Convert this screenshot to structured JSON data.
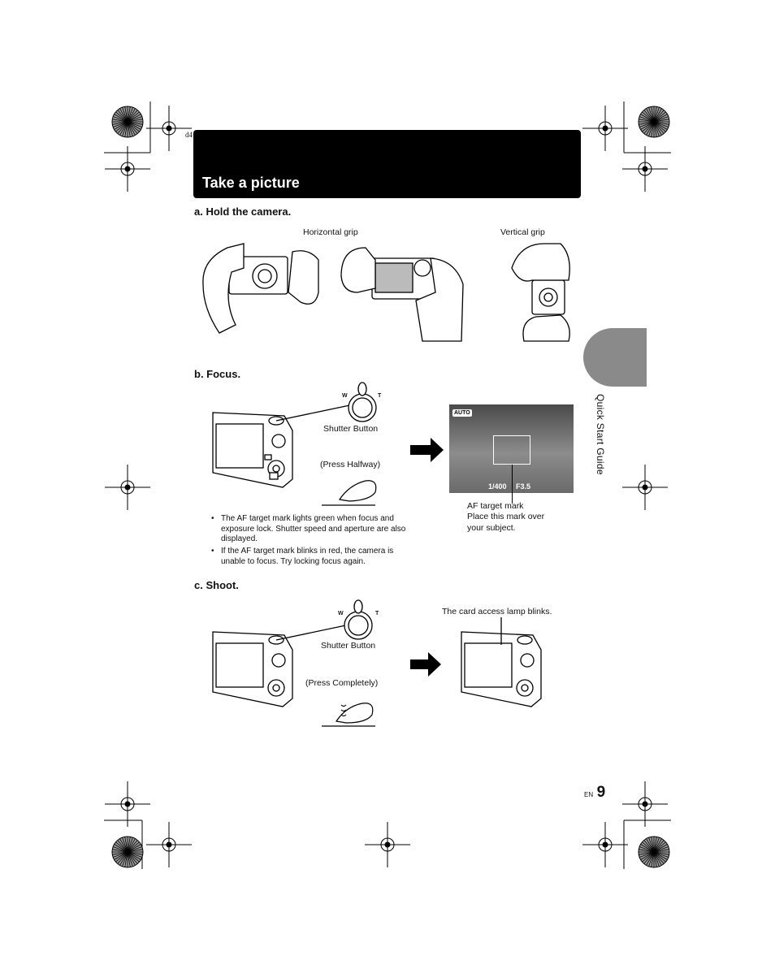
{
  "header": {
    "title": "Take a picture",
    "corner_code": "d4"
  },
  "section_a": {
    "label": "a.  Hold the camera.",
    "horizontal": "Horizontal grip",
    "vertical": "Vertical grip"
  },
  "section_b": {
    "label": "b.  Focus.",
    "shutter": "Shutter Button",
    "press": "(Press Halfway)",
    "zoom_w": "W",
    "zoom_t": "T",
    "bullets": [
      "The AF target mark lights green when focus and exposure lock. Shutter speed and aperture are also displayed.",
      "If the AF target mark blinks in red, the camera is unable to focus. Try locking focus again."
    ],
    "bullet_mark": "•",
    "screen_mode": "AUTO",
    "screen_shutter": "1/400",
    "screen_aperture": "F3.5",
    "af_mark": "AF target mark",
    "af_desc1": "Place this mark over",
    "af_desc2": "your subject."
  },
  "section_c": {
    "label": "c.  Shoot.",
    "shutter": "Shutter Button",
    "press": "(Press Completely)",
    "zoom_w": "W",
    "zoom_t": "T",
    "lamp": "The card access lamp blinks."
  },
  "side_tab": {
    "text": "Quick Start Guide"
  },
  "footer": {
    "lang": "EN",
    "page": "9"
  }
}
